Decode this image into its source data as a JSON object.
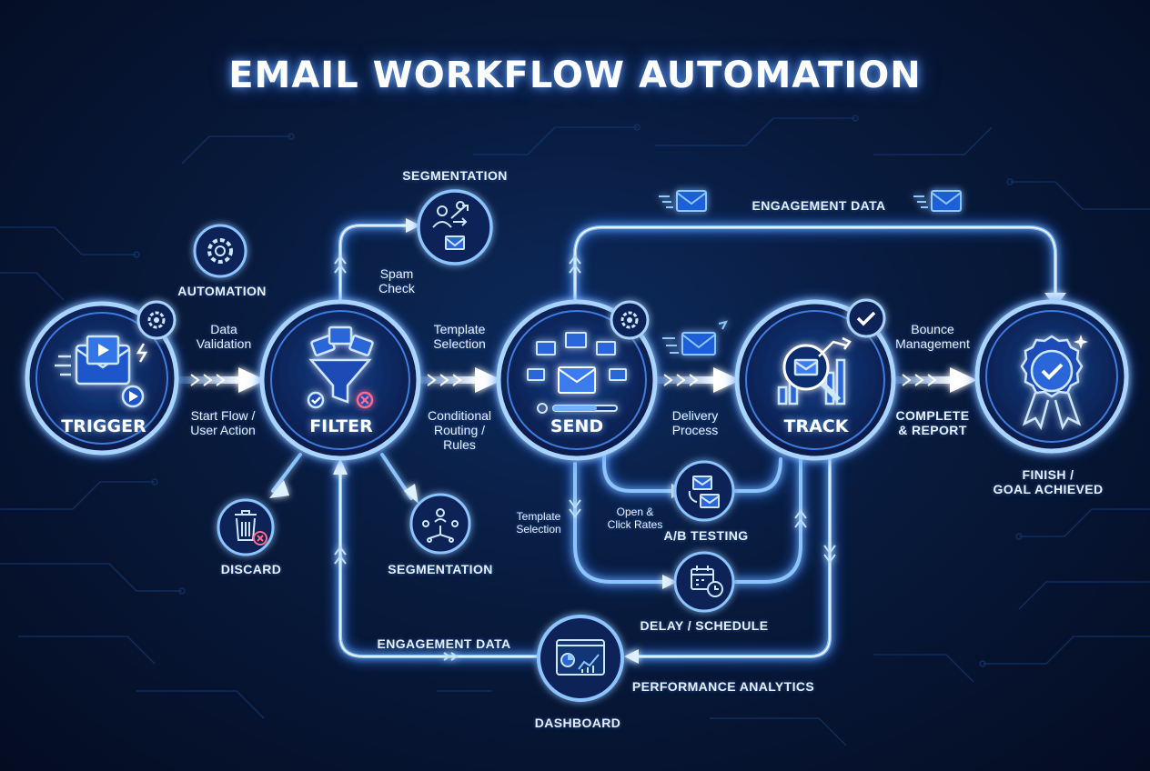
{
  "title": "EMAIL WORKFLOW AUTOMATION",
  "colors": {
    "accent": "#3d8bff",
    "glow": "#6fb0ff",
    "background": "#061433"
  },
  "nodes": {
    "trigger": {
      "label": "TRIGGER",
      "icon": "email-play-icon"
    },
    "filter": {
      "label": "FILTER",
      "icon": "funnel-icon"
    },
    "send": {
      "label": "SEND",
      "icon": "email-send-icon"
    },
    "track": {
      "label": "TRACK",
      "icon": "magnifier-chart-icon"
    },
    "finish": {
      "icon": "award-badge-icon"
    }
  },
  "sub_nodes": {
    "automation": {
      "label": "AUTOMATION",
      "icon": "gear-icon"
    },
    "segmentation_top": {
      "label": "SEGMENTATION",
      "icon": "users-split-icon"
    },
    "segmentation_bottom": {
      "label": "SEGMENTATION",
      "icon": "users-network-icon"
    },
    "discard": {
      "label": "DISCARD",
      "icon": "trash-icon"
    },
    "ab_testing": {
      "label": "A/B TESTING",
      "icon": "email-swap-icon"
    },
    "delay": {
      "label": "DELAY / SCHEDULE",
      "icon": "calendar-clock-icon"
    },
    "dashboard": {
      "label": "DASHBOARD",
      "icon": "analytics-screen-icon"
    }
  },
  "labels": {
    "data_validation": "Data\nValidation",
    "start_flow": "Start Flow /\nUser Action",
    "spam_check": "Spam\nCheck",
    "template_selection_top": "Template\nSelection",
    "conditional_routing": "Conditional\nRouting /\nRules",
    "template_selection_bottom": "Template\nSelection",
    "open_click_rates": "Open &\nClick Rates",
    "delivery_process": "Delivery\nProcess",
    "bounce_management": "Bounce\nManagement",
    "complete_report": "COMPLETE\n& REPORT",
    "finish_goal": "FINISH /\nGOAL ACHIEVED",
    "engagement_data_top": "ENGAGEMENT DATA",
    "engagement_data_bottom": "ENGAGEMENT DATA",
    "performance_analytics": "PERFORMANCE ANALYTICS"
  }
}
